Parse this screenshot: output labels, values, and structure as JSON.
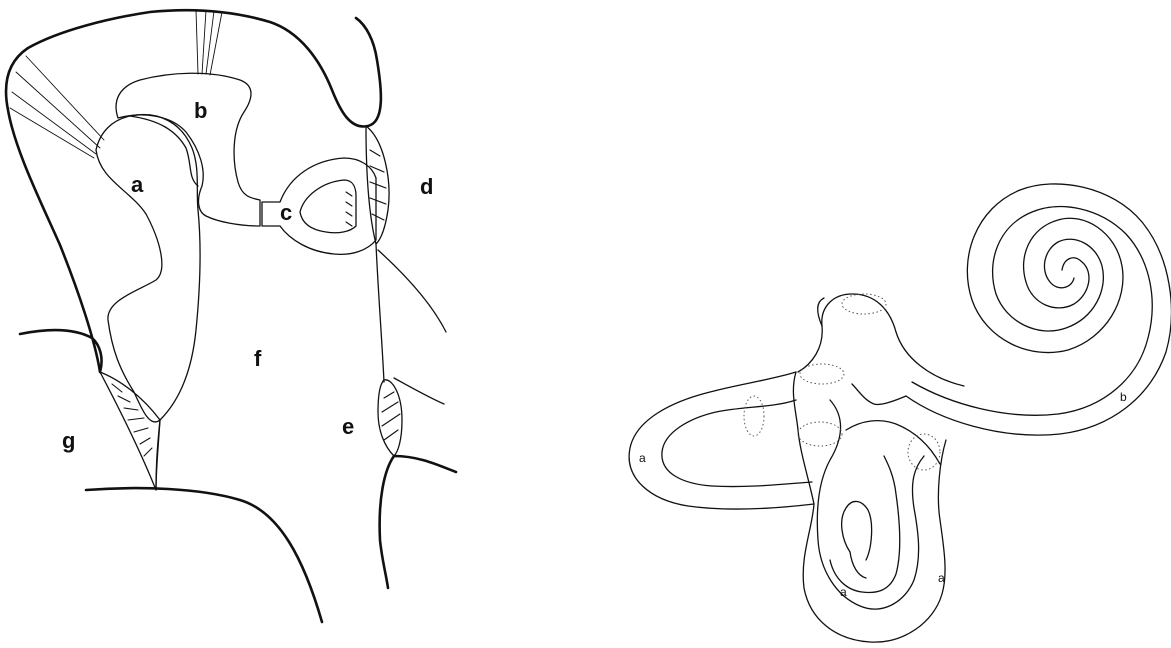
{
  "left_diagram": {
    "labels": {
      "a": "a",
      "b": "b",
      "c": "c",
      "d": "d",
      "e": "e",
      "f": "f",
      "g": "g"
    }
  },
  "right_diagram": {
    "labels": {
      "a_left": "a",
      "a_bottom": "a",
      "a_right": "a",
      "b": "b"
    }
  },
  "colors": {
    "ink": "#111111",
    "background": "#ffffff"
  }
}
